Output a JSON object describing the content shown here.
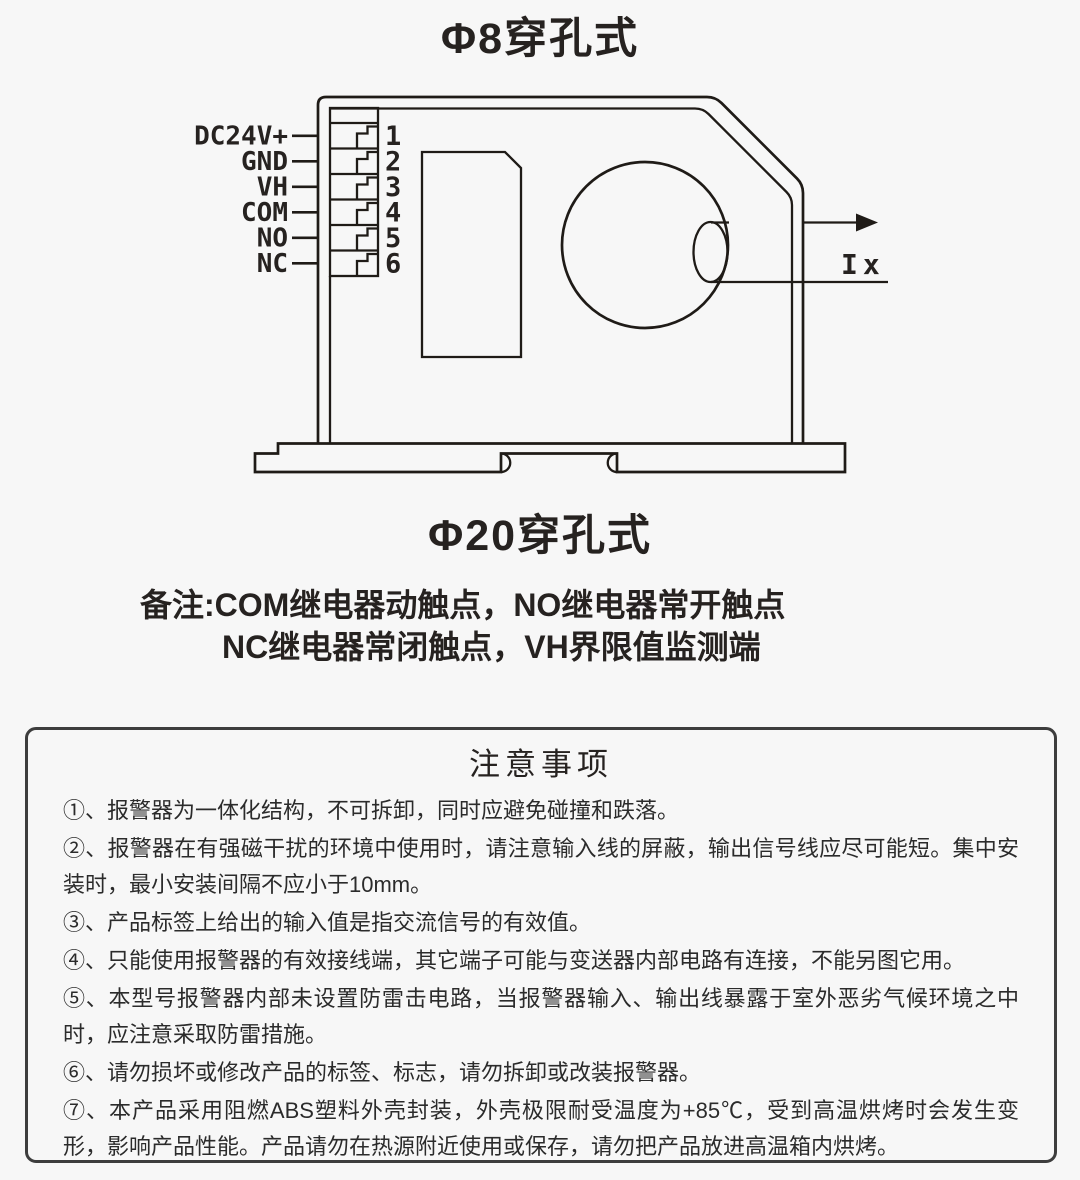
{
  "page": {
    "title_top": "Φ8穿孔式",
    "title_bottom": "Φ20穿孔式"
  },
  "diagram": {
    "terminals": [
      {
        "num": "1",
        "label": "DC24V+"
      },
      {
        "num": "2",
        "label": "GND"
      },
      {
        "num": "3",
        "label": "VH"
      },
      {
        "num": "4",
        "label": "COM"
      },
      {
        "num": "5",
        "label": "NO"
      },
      {
        "num": "6",
        "label": "NC"
      }
    ],
    "current_label": "Ix"
  },
  "remark": {
    "line1": "备注:COM继电器动触点，NO继电器常开触点",
    "line2": "NC继电器常闭触点，VH界限值监测端"
  },
  "notice": {
    "title": "注意事项",
    "items": [
      "①、报警器为一体化结构，不可拆卸，同时应避免碰撞和跌落。",
      "②、报警器在有强磁干扰的环境中使用时，请注意输入线的屏蔽，输出信号线应尽可能短。集中安装时，最小安装间隔不应小于10mm。",
      "③、产品标签上给出的输入值是指交流信号的有效值。",
      "④、只能使用报警器的有效接线端，其它端子可能与变送器内部电路有连接，不能另图它用。",
      "⑤、本型号报警器内部未设置防雷击电路，当报警器输入、输出线暴露于室外恶劣气候环境之中时，应注意采取防雷措施。",
      "⑥、请勿损坏或修改产品的标签、标志，请勿拆卸或改装报警器。",
      "⑦、本产品采用阻燃ABS塑料外壳封装，外壳极限耐受温度为+85℃，受到高温烘烤时会发生变形，影响产品性能。产品请勿在热源附近使用或保存，请勿把产品放进高温箱内烘烤。"
    ]
  },
  "colors": {
    "background": "#f7f7f7",
    "line": "#1f1b17",
    "text": "#262220",
    "box_border": "#3d3d3d"
  }
}
